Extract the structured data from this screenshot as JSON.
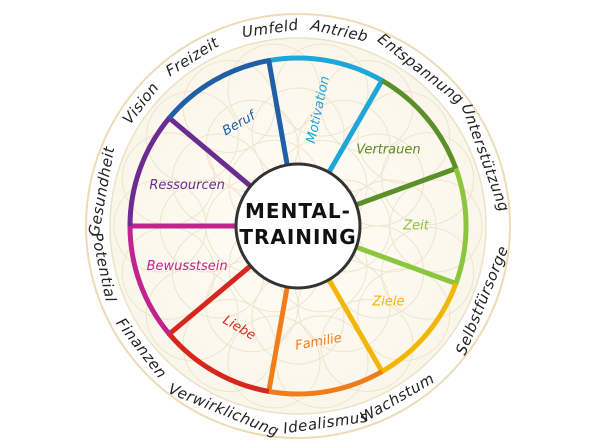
{
  "center": {
    "line1": "MENTAL-",
    "line2": "TRAINING"
  },
  "segments": [
    {
      "label": "Motivation",
      "color": "#1ea6d9"
    },
    {
      "label": "Vertrauen",
      "color": "#5a8f2a"
    },
    {
      "label": "Zeit",
      "color": "#8cc63f"
    },
    {
      "label": "Ziele",
      "color": "#f2b705"
    },
    {
      "label": "Familie",
      "color": "#f07d1a"
    },
    {
      "label": "Liebe",
      "color": "#d7261e"
    },
    {
      "label": "Bewusstsein",
      "color": "#c2248f"
    },
    {
      "label": "Ressourcen",
      "color": "#6a2c91"
    },
    {
      "label": "Beruf",
      "color": "#1f5fa8"
    }
  ],
  "outer_ring_words": [
    "Gesundheit",
    "Vision",
    "Freizeit",
    "Umfeld",
    "Antrieb",
    "Entspannung",
    "Unterstützung",
    "Selbstfürsorge",
    "Wachstum",
    "Idealismus",
    "Verwirklichung",
    "Finanzen",
    "Potential"
  ],
  "colors": {
    "ring_outline": "#e8dcc0",
    "pattern": "#efe6d2"
  }
}
